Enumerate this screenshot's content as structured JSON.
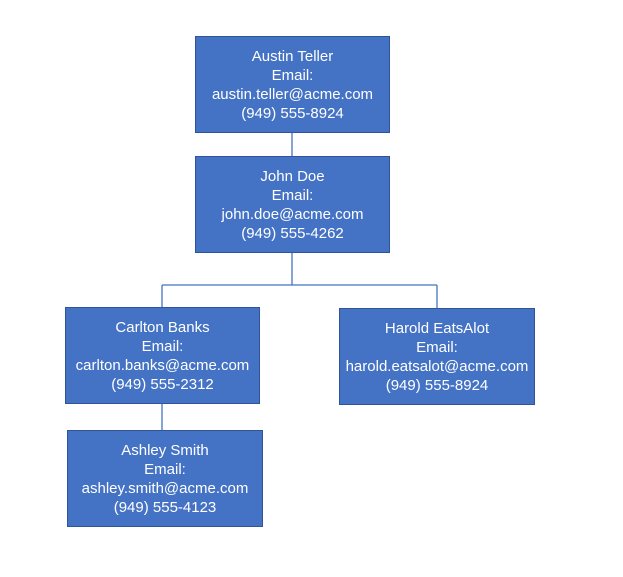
{
  "colors": {
    "node_fill": "#4472c4",
    "connector": "#4472c4"
  },
  "nodes": {
    "austin": {
      "name": "Austin Teller",
      "email_label": "Email:",
      "email": "austin.teller@acme.com",
      "phone": "(949) 555-8924"
    },
    "john": {
      "name": "John Doe",
      "email_label": "Email:",
      "email": "john.doe@acme.com",
      "phone": "(949) 555-4262"
    },
    "carlton": {
      "name": "Carlton Banks",
      "email_label": "Email:",
      "email": "carlton.banks@acme.com",
      "phone": "(949) 555-2312"
    },
    "harold": {
      "name": "Harold EatsAlot",
      "email_label": "Email:",
      "email": "harold.eatsalot@acme.com",
      "phone": "(949) 555-8924"
    },
    "ashley": {
      "name": "Ashley Smith",
      "email_label": "Email:",
      "email": "ashley.smith@acme.com",
      "phone": "(949) 555-4123"
    }
  }
}
